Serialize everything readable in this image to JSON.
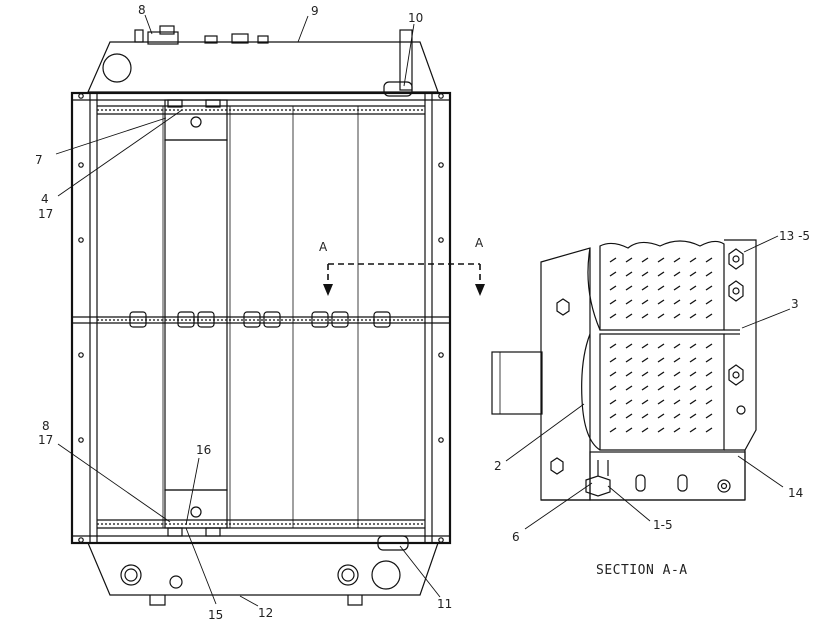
{
  "drawing": {
    "section_title": "SECTION A-A",
    "section_marker": "A",
    "callouts": {
      "c8_top": "8",
      "c9": "9",
      "c10": "10",
      "c7": "7",
      "c4": "4",
      "c17_top": "17",
      "c8_bottom": "8",
      "c17_bottom": "17",
      "c16": "16",
      "c15": "15",
      "c12": "12",
      "c11": "11",
      "c13_5": "13 -5",
      "c3": "3",
      "c2": "2",
      "c6": "6",
      "c1_5": "1-5",
      "c14": "14"
    }
  }
}
